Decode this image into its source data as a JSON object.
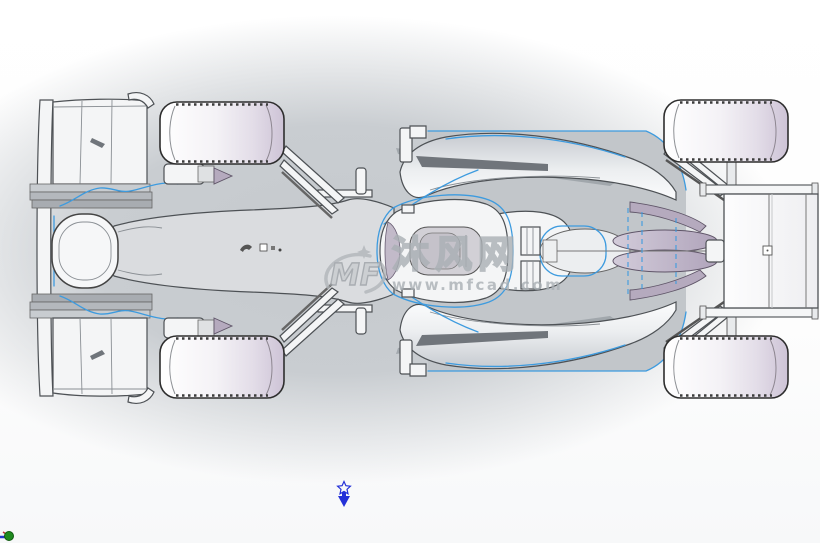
{
  "scene": {
    "subject": "formula-one-race-car-top-view",
    "view": "top"
  },
  "watermark": {
    "logo_text": "MF",
    "site_name": "沐风网",
    "site_url": "www.mfcad.com"
  },
  "colors": {
    "background_shadow": "#c5c9cd",
    "edge_highlight": "#3d9bdf",
    "outline": "#4d5155",
    "body_fill": "#f4f5f6",
    "deck_fill": "#dadcdf",
    "floor_fill": "#c2c6ca",
    "tire_tint": "#cdc3d6",
    "diffuser_purple": "#b5aabe",
    "dark_wedge": "#70757b",
    "watermark_grey": "#aab0b5",
    "origin_blue": "#2431d8",
    "triad_x_red": "#c03030",
    "triad_y_green": "#1f8a1f",
    "triad_z_blue": "#2438c8"
  }
}
